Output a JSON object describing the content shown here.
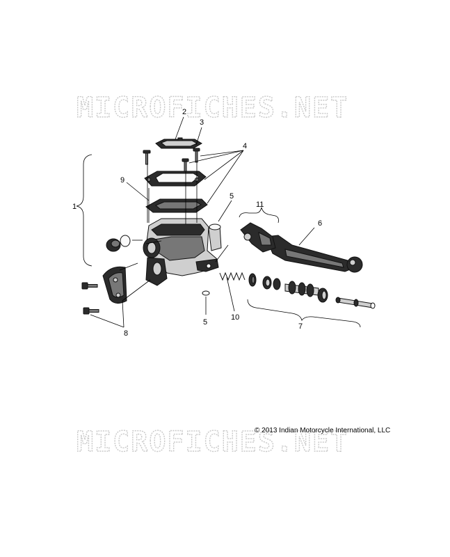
{
  "watermark": {
    "top": "MICROFICHES.NET",
    "bottom": "MICROFICHES.NET"
  },
  "copyright": "© 2013 Indian Motorcycle International, LLC",
  "callouts": [
    "1",
    "2",
    "3",
    "4",
    "5",
    "5",
    "6",
    "7",
    "8",
    "9",
    "10",
    "11"
  ]
}
